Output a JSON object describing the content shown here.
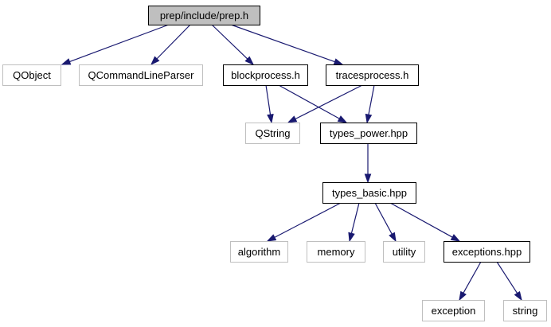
{
  "diagram": {
    "type": "include-dependency-graph",
    "colors": {
      "edge": "#191970",
      "root_fill": "#bfbfbf",
      "root_border": "#000000",
      "documented_border": "#000000",
      "external_border": "#bfbfbf",
      "text": "#000000"
    },
    "nodes": [
      {
        "id": "prep_h",
        "label": "prep/include/prep.h",
        "kind": "root"
      },
      {
        "id": "qobject",
        "label": "QObject",
        "kind": "external"
      },
      {
        "id": "qcmdparser",
        "label": "QCommandLineParser",
        "kind": "external"
      },
      {
        "id": "blockprocess_h",
        "label": "blockprocess.h",
        "kind": "documented"
      },
      {
        "id": "tracesprocess_h",
        "label": "tracesprocess.h",
        "kind": "documented"
      },
      {
        "id": "qstring",
        "label": "QString",
        "kind": "external"
      },
      {
        "id": "types_power_hpp",
        "label": "types_power.hpp",
        "kind": "documented"
      },
      {
        "id": "types_basic_hpp",
        "label": "types_basic.hpp",
        "kind": "documented"
      },
      {
        "id": "algorithm",
        "label": "algorithm",
        "kind": "external"
      },
      {
        "id": "memory",
        "label": "memory",
        "kind": "external"
      },
      {
        "id": "utility",
        "label": "utility",
        "kind": "external"
      },
      {
        "id": "exceptions_hpp",
        "label": "exceptions.hpp",
        "kind": "documented"
      },
      {
        "id": "exception",
        "label": "exception",
        "kind": "external"
      },
      {
        "id": "string",
        "label": "string",
        "kind": "external"
      }
    ],
    "edges": [
      {
        "from": "prep_h",
        "to": "qobject"
      },
      {
        "from": "prep_h",
        "to": "qcmdparser"
      },
      {
        "from": "prep_h",
        "to": "blockprocess_h"
      },
      {
        "from": "prep_h",
        "to": "tracesprocess_h"
      },
      {
        "from": "blockprocess_h",
        "to": "qstring"
      },
      {
        "from": "blockprocess_h",
        "to": "types_power_hpp"
      },
      {
        "from": "tracesprocess_h",
        "to": "qstring"
      },
      {
        "from": "tracesprocess_h",
        "to": "types_power_hpp"
      },
      {
        "from": "types_power_hpp",
        "to": "types_basic_hpp"
      },
      {
        "from": "types_basic_hpp",
        "to": "algorithm"
      },
      {
        "from": "types_basic_hpp",
        "to": "memory"
      },
      {
        "from": "types_basic_hpp",
        "to": "utility"
      },
      {
        "from": "types_basic_hpp",
        "to": "exceptions_hpp"
      },
      {
        "from": "exceptions_hpp",
        "to": "exception"
      },
      {
        "from": "exceptions_hpp",
        "to": "string"
      }
    ]
  }
}
